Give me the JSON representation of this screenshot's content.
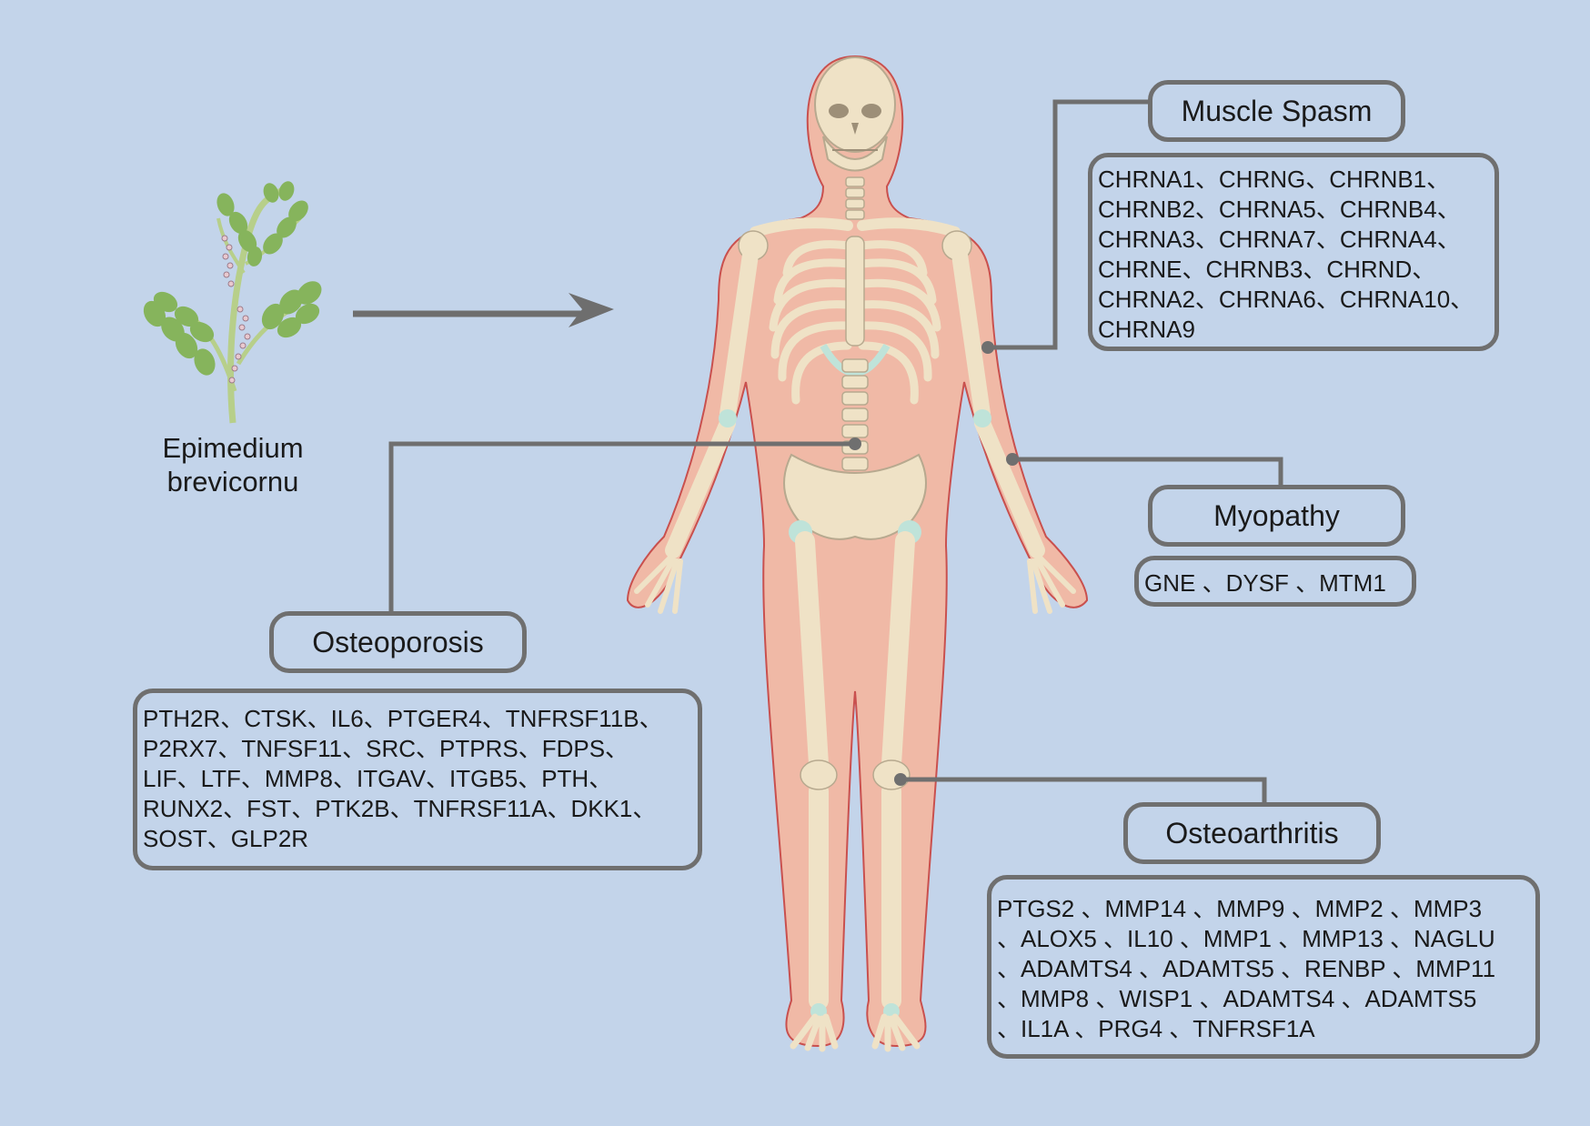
{
  "plant": {
    "label_line1": "Epimedium",
    "label_line2": "brevicornu"
  },
  "diseases": {
    "muscle_spasm": {
      "title": "Muscle Spasm",
      "genes": [
        "CHRNA1、CHRNG、CHRNB1、",
        "CHRNB2、CHRNA5、CHRNB4、",
        "CHRNA3、CHRNA7、CHRNA4、",
        "CHRNE、CHRNB3、CHRND、",
        "CHRNA2、CHRNA6、CHRNA10、",
        "CHRNA9"
      ]
    },
    "myopathy": {
      "title": "Myopathy",
      "genes": [
        "GNE 、DYSF 、MTM1"
      ]
    },
    "osteoporosis": {
      "title": "Osteoporosis",
      "genes": [
        "PTH2R、CTSK、IL6、PTGER4、TNFRSF11B、",
        "P2RX7、TNFSF11、SRC、PTPRS、FDPS、",
        "LIF、LTF、MMP8、ITGAV、ITGB5、PTH、",
        "RUNX2、FST、PTK2B、TNFRSF11A、DKK1、",
        "SOST、GLP2R"
      ]
    },
    "osteoarthritis": {
      "title": "Osteoarthritis",
      "genes": [
        "PTGS2 、MMP14 、MMP9 、MMP2 、MMP3",
        "、ALOX5 、IL10 、MMP1 、MMP13 、NAGLU",
        "、ADAMTS4 、ADAMTS5 、RENBP 、MMP11",
        "、MMP8 、WISP1 、ADAMTS4 、ADAMTS5",
        "、IL1A 、PRG4 、TNFRSF1A"
      ]
    }
  },
  "colors": {
    "background": "#c3d4ea",
    "box_border": "#6f6f6f",
    "body_fill": "#f0b9a6",
    "body_outline": "#c9504e",
    "bone": "#efe2c6",
    "cartilage": "#bfe3d9",
    "plant_leaf": "#86b45c",
    "plant_stem": "#b7cf8a",
    "arrow": "#6e6e6e"
  }
}
